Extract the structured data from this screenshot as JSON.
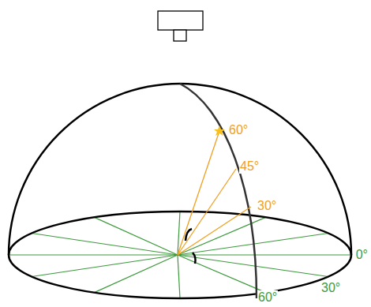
{
  "diagram": {
    "labels": [
      "60°",
      "45°",
      "30°",
      "0°",
      "30°",
      "60°"
    ]
  }
}
